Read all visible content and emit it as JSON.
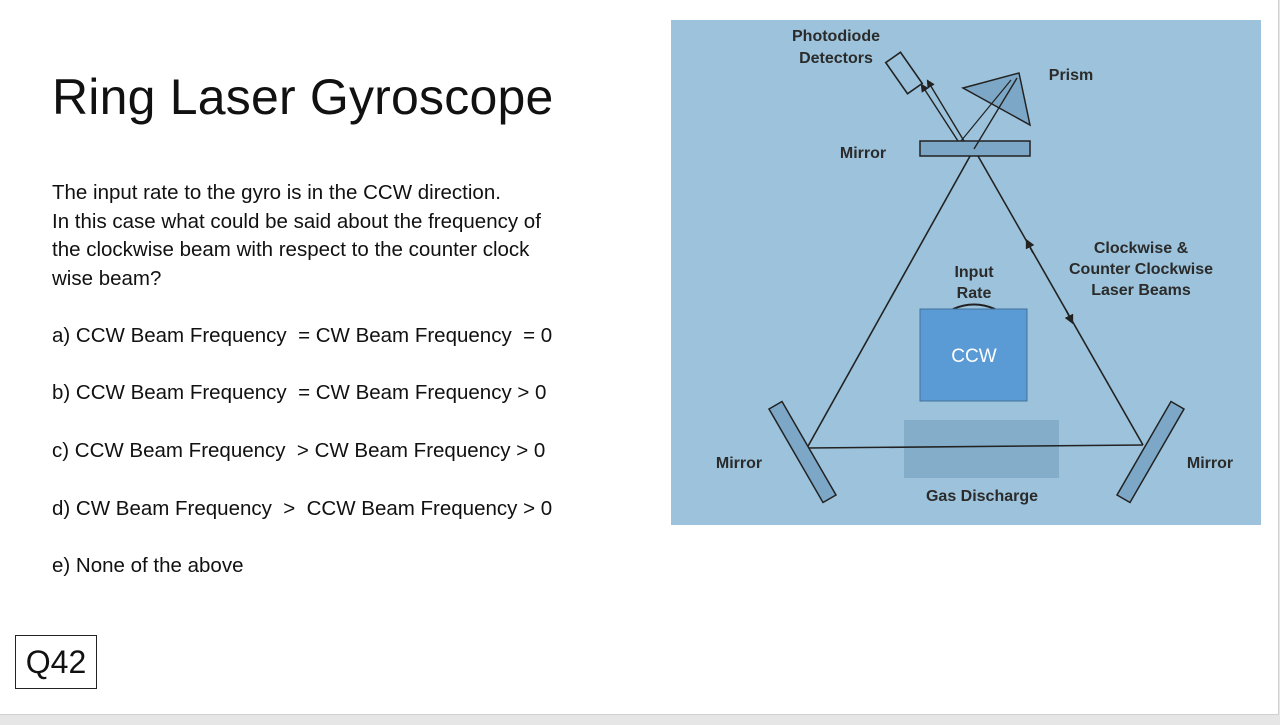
{
  "slide": {
    "title": "Ring Laser Gyroscope",
    "question_lines": [
      "The input rate to the gyro is in the CCW direction.",
      "In this case what could be said about the frequency of",
      "the clockwise beam with respect to the counter clock",
      "wise beam?"
    ],
    "options": [
      "a) CCW Beam Frequency  = CW Beam Frequency  = 0",
      "b) CCW Beam Frequency  = CW Beam Frequency > 0",
      "c) CCW Beam Frequency  > CW Beam Frequency > 0",
      "d) CW Beam Frequency  >  CCW Beam Frequency > 0",
      "e) None of the above"
    ],
    "question_number": "Q42"
  },
  "diagram": {
    "labels": {
      "photodiode_line1": "Photodiode",
      "photodiode_line2": "Detectors",
      "prism": "Prism",
      "mirror_top": "Mirror",
      "mirror_left": "Mirror",
      "mirror_right": "Mirror",
      "input_rate_line1": "Input",
      "input_rate_line2": "Rate",
      "beams_line1": "Clockwise &",
      "beams_line2": "Counter Clockwise",
      "beams_line3": "Laser Beams",
      "ccw_box": "CCW",
      "gas_discharge": "Gas Discharge"
    },
    "colors": {
      "background": "#9cc3db",
      "ccw_box": "#5b9bd5",
      "gas_discharge_box": "#7fa9c4",
      "component_fill": "#7da7c6",
      "line": "#222222"
    }
  }
}
